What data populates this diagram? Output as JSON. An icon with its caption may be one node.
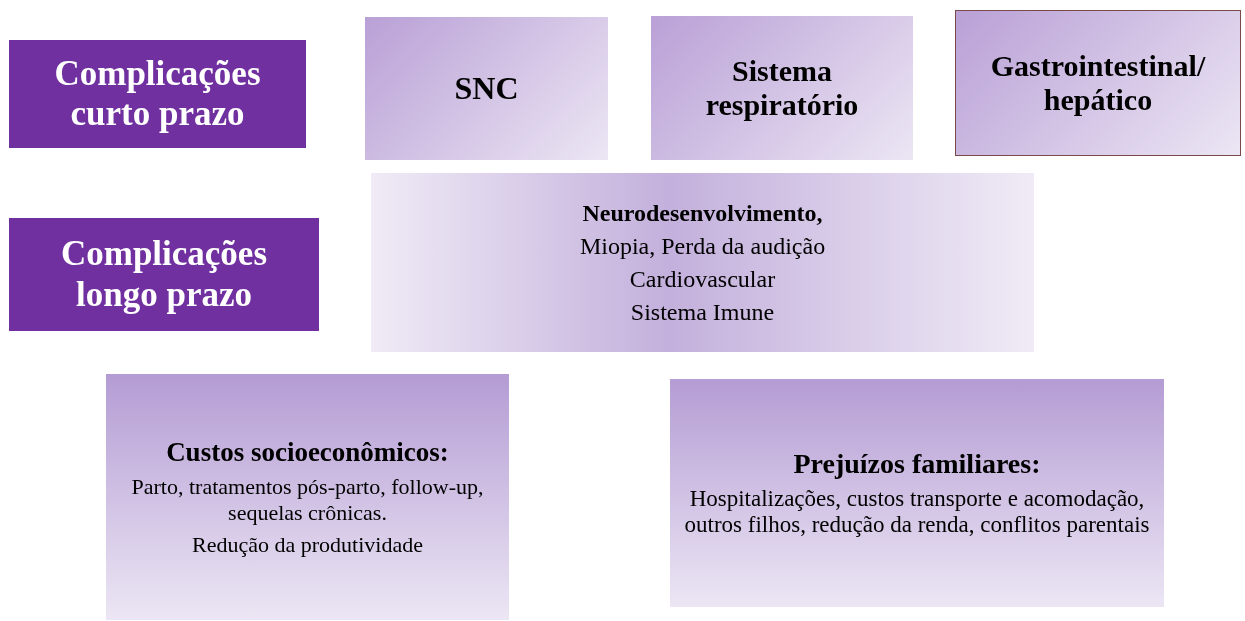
{
  "diagram": {
    "nodes": [
      {
        "text": [
          "Complicações curto prazo"
        ]
      },
      {
        "text": [
          "SNC"
        ]
      },
      {
        "text": [
          "Sistema respiratório"
        ]
      },
      {
        "text": [
          "Gastrointestinal/ hepático"
        ]
      },
      {
        "text": [
          "Complicações longo prazo"
        ]
      },
      {
        "text": [
          "Neurodesenvolvimento,",
          "Miopia, Perda da audição",
          "Cardiovascular",
          "Sistema Imune"
        ]
      },
      {
        "text": [
          "Custos socioeconômicos:",
          "Parto, tratamentos pós-parto, follow-up, sequelas crônicas.",
          "Redução da produtividade"
        ]
      },
      {
        "text": [
          "**Prejuízos familiares**:",
          "Hospitalizações, custos transporte e acomodação, outros filhos, redução da renda, conflitos parentais"
        ]
      }
    ],
    "edges": []
  }
}
